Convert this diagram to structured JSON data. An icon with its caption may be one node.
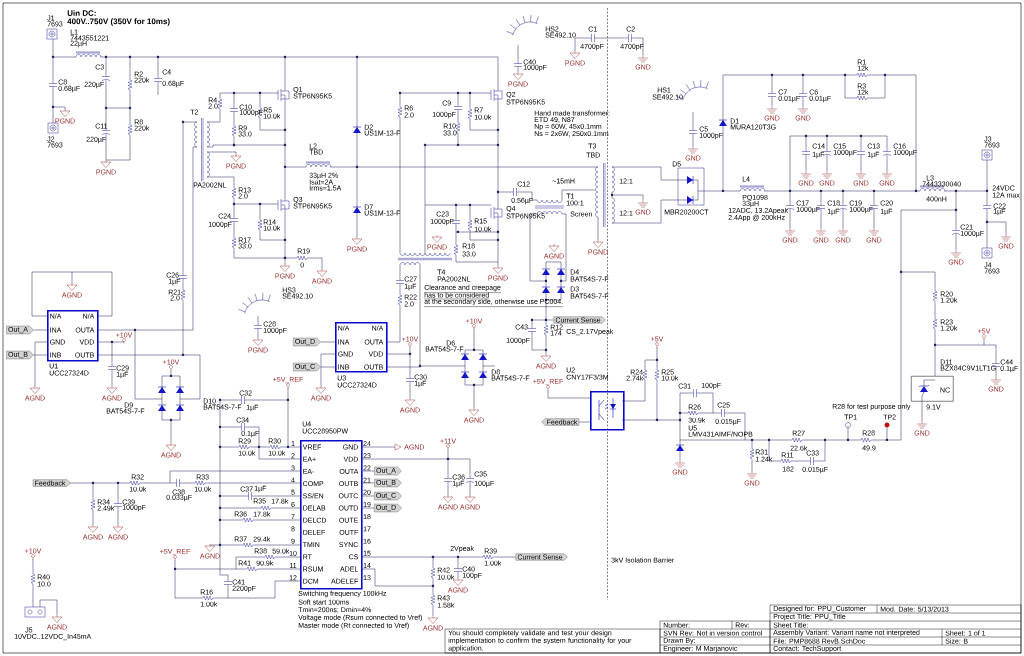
{
  "diagram": {
    "nodes": [
      {
        "text": [
          "N/A",
          "INA",
          "GND",
          "INB",
          "N/A",
          "OUTA",
          "VDD",
          "OUTB"
        ],
        "beside": [
          "U1",
          "UCC27324D"
        ]
      },
      {
        "text": [
          "N/A",
          "INA",
          "GND",
          "INB",
          "N/A",
          "OUTA",
          "VDD",
          "OUTB"
        ],
        "beside": [
          "U3",
          "UCC27324D"
        ]
      },
      {
        "text": [
          "VREF",
          "EA+",
          "EA-",
          "COMP",
          "SS/EN",
          "DELAB",
          "DELCD",
          "DELEF",
          "TMIN",
          "RT",
          "RSUM",
          "DCM",
          "GND",
          "VDD",
          "OUTA",
          "OUTB",
          "OUTC",
          "OUTD",
          "OUTE",
          "OUTF",
          "SYNC",
          "CS",
          "ADEL",
          "ADELEF"
        ],
        "beside": [
          "U4",
          "UCC28950PW",
          "1",
          "2",
          "3",
          "4",
          "5",
          "6",
          "7",
          "8",
          "9",
          "10",
          "11",
          "12",
          "24",
          "23",
          "22",
          "21",
          "20",
          "19",
          "18",
          "17",
          "16",
          "15",
          "14",
          "13",
          "Switching frequency 100kHz",
          "Soft start 100ms",
          "Tmin=200ns; Dmin=4%",
          "Voltage mode (Rsum connected to Vref)",
          "Master mode (Rt connected to Vref)"
        ]
      },
      {
        "text": [],
        "shape": "box",
        "beside": [
          "U2",
          "CNY17F3/3M"
        ]
      },
      {
        "text": [
          "NC"
        ],
        "beside": [
          "D11",
          "BZX84C9V1LT1G",
          "9.1V"
        ]
      },
      {
        "text": [
          "Out_A"
        ]
      },
      {
        "text": [
          "Out_B"
        ]
      },
      {
        "text": [
          "Out_D"
        ]
      },
      {
        "text": [
          "Out_C"
        ]
      },
      {
        "text": [
          "Current Sense"
        ]
      },
      {
        "text": [
          "Feedback"
        ]
      },
      {
        "text": [
          "Out_A"
        ]
      },
      {
        "text": [
          "Out_B"
        ]
      },
      {
        "text": [
          "Out_C"
        ]
      },
      {
        "text": [
          "Out_D"
        ]
      },
      {
        "text": [
          "Current Sense"
        ]
      },
      {
        "text": [
          "Feedback"
        ]
      }
    ],
    "edges": [
      {
        "from": 5,
        "to": 0,
        "arrow": "none"
      },
      {
        "from": 6,
        "to": 0,
        "arrow": "none"
      },
      {
        "from": 7,
        "to": 1,
        "arrow": "none"
      },
      {
        "from": 8,
        "to": 1,
        "arrow": "none"
      },
      {
        "from": 2,
        "to": 11,
        "arrow": "none"
      },
      {
        "from": 2,
        "to": 12,
        "arrow": "none"
      },
      {
        "from": 2,
        "to": 13,
        "arrow": "none"
      },
      {
        "from": 2,
        "to": 14,
        "arrow": "none"
      },
      {
        "from": 16,
        "to": 3,
        "arrow": "none"
      }
    ],
    "labels": [
      "J1",
      "7693",
      "Uin DC:",
      "400V..750V (350V for 10ms)",
      "L1",
      "7443551221",
      "22µH",
      "C8",
      "0.68µF",
      "C3",
      "220µF",
      "R2",
      "220k",
      "C4",
      "0.68µF",
      "PGND",
      "C11",
      "220µF",
      "R8",
      "220k",
      "J2",
      "7693",
      "PGND",
      "T2",
      "PA2002NL",
      "R4",
      "2.0",
      "C10",
      "1000pF",
      "R5",
      "10.0k",
      "R9",
      "33.0",
      "PGND",
      "Q1",
      "STP6N95K5",
      "L2",
      "TBD",
      "R13",
      "2.0",
      "33µH 2%",
      "Isat=2A",
      "Irms=1.5A",
      "C24",
      "1000pF",
      "Q3",
      "STP6N95K5",
      "R14",
      "10.0k",
      "R17",
      "33.0",
      "R19",
      "0",
      "PGND",
      "AGND",
      "HS3",
      "SE492.10",
      "C26",
      "1µF",
      "R21",
      "2.0",
      "D2",
      "US1M-13-F",
      "D7",
      "US1M-13-F",
      "PGND",
      "HS2",
      "SE492.10",
      "C40",
      "1000pF",
      "PGND",
      "C1",
      "4700pF",
      "PGND",
      "C2",
      "4700pF",
      "GND",
      "Q2",
      "STP6N95K5",
      "R6",
      "2.0",
      "C9",
      "1000pF",
      "R7",
      "10.0k",
      "R10",
      "33.0",
      "Hand made transformer:",
      "ETD 49, N87",
      "Np = 60W, 45x0.1mm",
      "Ns = 2x6W, 250x0.1mm",
      "T3",
      "TBD",
      "~15mH",
      "12:1",
      "12:1",
      "GND",
      "T1",
      "100:1",
      "Screen",
      "C12",
      "0.56µF",
      "C23",
      "1000pF",
      "Q4",
      "STP6N95K5",
      "R15",
      "10.0k",
      "PGND",
      "R18",
      "33.0",
      "C27",
      "T4",
      "PA2002NL",
      "1µF",
      "R22",
      "2.0",
      "Clearance and creepage",
      "has to be considered",
      "at the secondary side, otherwise use PC004.",
      "PGND",
      "PGND",
      "AGND",
      "D3",
      "BAT54S-7-F",
      "D4",
      "BAT54S-7-F",
      "C43",
      "1000pF",
      "R12",
      "174",
      "CS_2.17Vpeak",
      "AGND",
      "HS1",
      "SE492.10",
      "C5",
      "1000pF",
      "GND",
      "D1",
      "MURA120T3G",
      "C7",
      "0.01µF",
      "GND",
      "C6",
      "0.01µF",
      "GND",
      "R1",
      "12k",
      "R3",
      "12k",
      "C14",
      "1µF",
      "C15",
      "1000µF",
      "C13",
      "1µF",
      "C16",
      "1000µF",
      "GND",
      "GND",
      "GND",
      "GND",
      "D5",
      "MBR20200CT",
      "L4",
      "PQ1098",
      "33µH",
      "12ADC, 13.2Apeak",
      "2.4App @ 200kHz",
      "C17",
      "1000µF",
      "C18",
      "1µF",
      "C19",
      "1000µF",
      "C20",
      "1µF",
      "GND",
      "GND",
      "GND",
      "GND",
      "L3",
      "7443330040",
      "400nH",
      "J3",
      "7693",
      "24VDC",
      "12A max",
      "C22",
      "1µF",
      "GND",
      "C21",
      "1000µF",
      "GND",
      "J4",
      "7693",
      "R20",
      "1.20k",
      "R23",
      "1.20k",
      "+5V",
      "C44",
      "0.1µF",
      "GND",
      "GND",
      "R28 for test purpose only",
      "TP1",
      "TP2",
      "R28",
      "49.9",
      "R26",
      "30.9k",
      "C31",
      "100pF",
      "C25",
      "0.015µF",
      "U5",
      "LMV431AIMF/NOPB",
      "GND",
      "R31",
      "1.24k",
      "GND",
      "R27",
      "22.6k",
      "R11",
      "182",
      "C33",
      "0.015µF",
      "R24",
      "2.74k",
      "R25",
      "10.0k",
      "+5V",
      "+5V_REF",
      "3kV Isolation Barrier",
      "+10V",
      "C29",
      "1µF",
      "AGND",
      "AGND",
      "AGND",
      "+10V",
      "D9",
      "BAT54S-7-F",
      "D10",
      "BAT54S-7-F",
      "AGND",
      "C28",
      "1000pF",
      "PGND",
      "AGND",
      "+10V",
      "C30",
      "1µF",
      "AGND",
      "+10V",
      "D6",
      "BAT54S-7-F",
      "D8",
      "BAT54S-7-F",
      "AGND",
      "C32",
      "1µF",
      "C34",
      "0.1µF",
      "R29",
      "10.0k",
      "R30",
      "10.0k",
      "+5V_REF",
      "R32",
      "10.0k",
      "R33",
      "10.0k",
      "C38",
      "0.033µF",
      "R34",
      "2.49k",
      "C39",
      "1000pF",
      "AGND",
      "AGND",
      "C37",
      "1µF",
      "R35",
      "17.8k",
      "R36",
      "17.8k",
      "R37",
      "29.4k",
      "AGND",
      "+5V_REF",
      "R38",
      "59.0k",
      "R41",
      "90.9k",
      "C41",
      "2200pF",
      "R16",
      "1.00k",
      "+10V",
      "R40",
      "10.0",
      "AGND",
      "J5",
      "10VDC..12VDC_In45mA",
      "AGND",
      "+11V",
      "C36",
      "1µF",
      "C35",
      "100µF",
      "AGND",
      "AGND",
      "2Vpeak",
      "R39",
      "1.00k",
      "R42",
      "10.0k",
      "R43",
      "1.58k",
      "C40",
      "100pF",
      "AGND",
      "AGND",
      "Designed for: PPU_Customer",
      "Mod. Date: 5/13/2013",
      "Project Title: PPU_Title",
      "Sheet Title:",
      "Assembly Variant: Variant name not interpreted",
      "Sheet: 1 of 1",
      "File: PMP8688 RevB.SchDoc",
      "Size: B",
      "Contact: TechSupport",
      "Number:",
      "Rev:",
      "SVN Rev: Not in version control",
      "Drawn By:",
      "Engineer: M Marjanovic",
      "You should completely validate and test your design implementation to confirm the system functionality for your application."
    ]
  }
}
